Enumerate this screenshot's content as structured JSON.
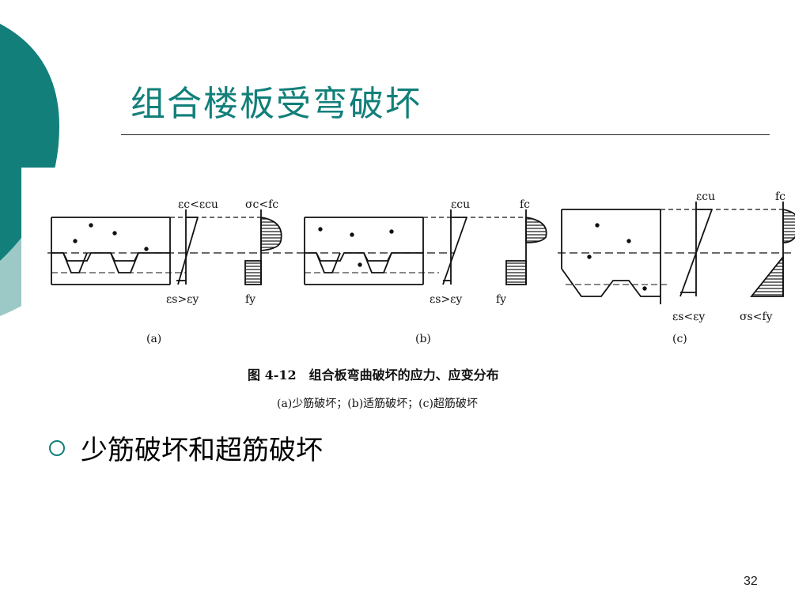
{
  "slide": {
    "title": "组合楼板受弯破坏",
    "bullet": "少筋破坏和超筋破坏",
    "page_number": "32",
    "colors": {
      "accent": "#127f7a",
      "accent_light": "#9cc9c6"
    }
  },
  "figure": {
    "caption": "图 4-12　组合板弯曲破坏的应力、应变分布",
    "subcaption": "(a)少筋破坏；(b)适筋破坏；(c)超筋破坏",
    "panels": [
      {
        "label": "(a)",
        "strain_top": "εc<εcu",
        "stress_top": "σc<fc",
        "strain_bottom": "εs>εy",
        "stress_bottom": "fy"
      },
      {
        "label": "(b)",
        "strain_top": "εcu",
        "stress_top": "fc",
        "strain_bottom": "εs>εy",
        "stress_bottom": "fy"
      },
      {
        "label": "(c)",
        "strain_top": "εcu",
        "stress_top": "fc",
        "strain_bottom": "εs<εy",
        "stress_bottom": "σs<fy"
      }
    ]
  }
}
